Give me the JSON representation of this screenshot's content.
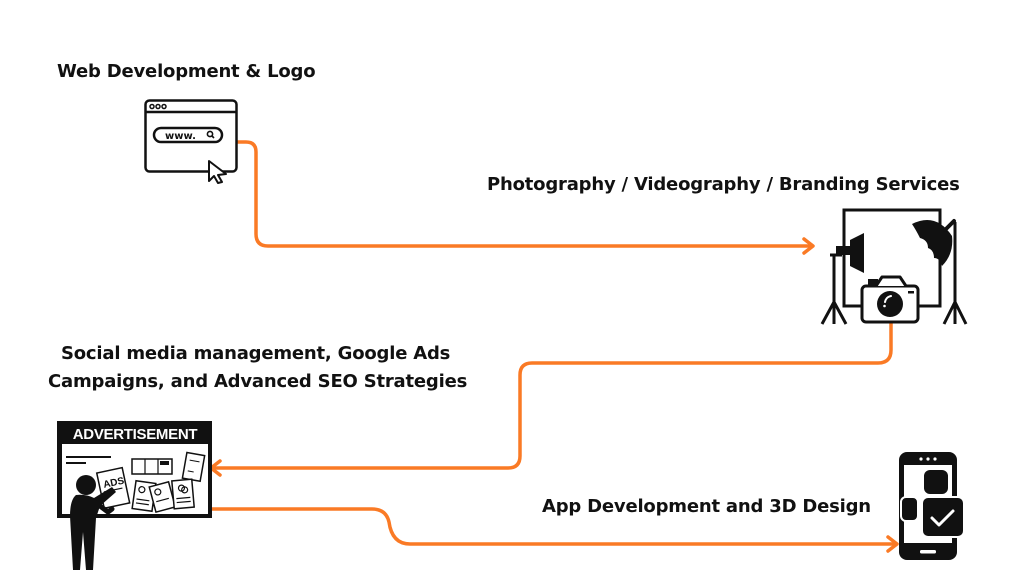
{
  "diagram": {
    "type": "service-flow",
    "connector_color": "#FA7A25",
    "nodes": [
      {
        "id": "web",
        "label": "Web Development & Logo",
        "icon": "browser-window-icon",
        "icon_text": "www.",
        "order": 1
      },
      {
        "id": "photo",
        "label": "Photography / Videography / Branding Services",
        "icon": "photo-studio-camera-icon",
        "order": 2
      },
      {
        "id": "marketing",
        "label_lines": [
          "Social media management, Google Ads",
          "Campaigns, and Advanced SEO Strategies"
        ],
        "icon": "advertisement-billboard-icon",
        "icon_text": "ADVERTISEMENT",
        "icon_subtext": "ADS",
        "order": 3
      },
      {
        "id": "app",
        "label": "App Development and 3D Design",
        "icon": "mobile-app-icon",
        "order": 4
      }
    ],
    "edges": [
      {
        "from": "web",
        "to": "photo"
      },
      {
        "from": "photo",
        "to": "marketing"
      },
      {
        "from": "marketing",
        "to": "app"
      }
    ]
  }
}
